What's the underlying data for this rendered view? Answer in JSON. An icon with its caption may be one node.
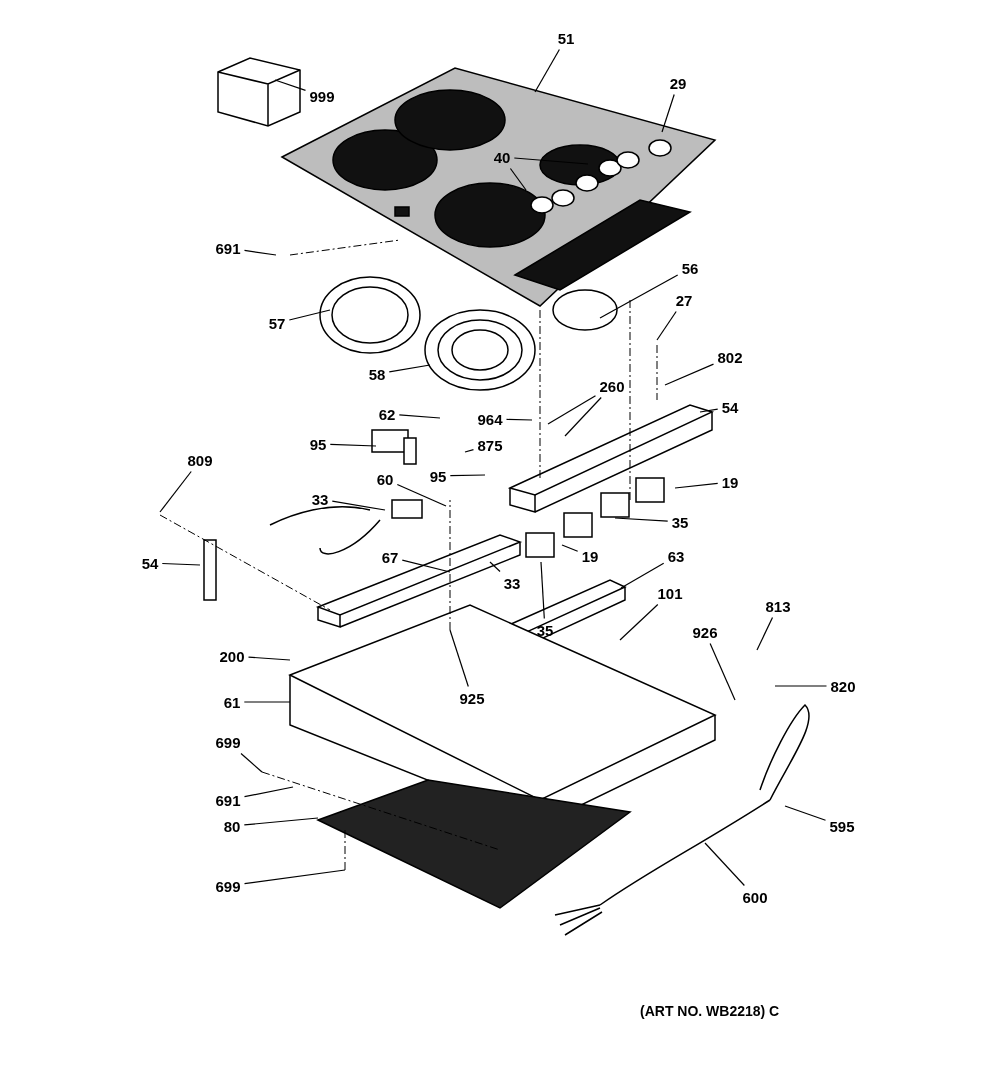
{
  "diagram": {
    "caption": "(ART NO. WB2218) C",
    "nodes": [
      {
        "text": [
          "51"
        ]
      },
      {
        "text": [
          "999"
        ]
      },
      {
        "text": [
          "29"
        ]
      },
      {
        "text": [
          "40"
        ]
      },
      {
        "text": [
          "691"
        ]
      },
      {
        "text": [
          "56"
        ]
      },
      {
        "text": [
          "57"
        ]
      },
      {
        "text": [
          "27"
        ]
      },
      {
        "text": [
          "58"
        ]
      },
      {
        "text": [
          "802"
        ]
      },
      {
        "text": [
          "260"
        ]
      },
      {
        "text": [
          "62"
        ]
      },
      {
        "text": [
          "964"
        ]
      },
      {
        "text": [
          "54"
        ]
      },
      {
        "text": [
          "95"
        ]
      },
      {
        "text": [
          "875"
        ]
      },
      {
        "text": [
          "809"
        ]
      },
      {
        "text": [
          "95"
        ]
      },
      {
        "text": [
          "19"
        ]
      },
      {
        "text": [
          "33"
        ]
      },
      {
        "text": [
          "60"
        ]
      },
      {
        "text": [
          "35"
        ]
      },
      {
        "text": [
          "54"
        ]
      },
      {
        "text": [
          "19"
        ]
      },
      {
        "text": [
          "33"
        ]
      },
      {
        "text": [
          "67"
        ]
      },
      {
        "text": [
          "63"
        ]
      },
      {
        "text": [
          "35"
        ]
      },
      {
        "text": [
          "101"
        ]
      },
      {
        "text": [
          "813"
        ]
      },
      {
        "text": [
          "926"
        ]
      },
      {
        "text": [
          "200"
        ]
      },
      {
        "text": [
          "925"
        ]
      },
      {
        "text": [
          "820"
        ]
      },
      {
        "text": [
          "61"
        ]
      },
      {
        "text": [
          "699"
        ]
      },
      {
        "text": [
          "691"
        ]
      },
      {
        "text": [
          "80"
        ]
      },
      {
        "text": [
          "595"
        ]
      },
      {
        "text": [
          "699"
        ]
      },
      {
        "text": [
          "600"
        ]
      }
    ],
    "edges": [
      {
        "from": 0,
        "to": null,
        "arrow": "none"
      },
      {
        "from": 1,
        "to": null,
        "arrow": "none"
      },
      {
        "from": 2,
        "to": null,
        "arrow": "none"
      },
      {
        "from": 3,
        "to": null,
        "arrow": "none"
      },
      {
        "from": 3,
        "to": null,
        "arrow": "none"
      },
      {
        "from": 4,
        "to": null,
        "arrow": "none"
      },
      {
        "from": 5,
        "to": null,
        "arrow": "none"
      },
      {
        "from": 6,
        "to": null,
        "arrow": "none"
      },
      {
        "from": 7,
        "to": null,
        "arrow": "none"
      },
      {
        "from": 8,
        "to": null,
        "arrow": "none"
      },
      {
        "from": 9,
        "to": null,
        "arrow": "none"
      },
      {
        "from": 10,
        "to": null,
        "arrow": "none"
      },
      {
        "from": 10,
        "to": null,
        "arrow": "none"
      },
      {
        "from": 11,
        "to": null,
        "arrow": "none"
      },
      {
        "from": 12,
        "to": null,
        "arrow": "none"
      },
      {
        "from": 13,
        "to": null,
        "arrow": "none"
      },
      {
        "from": 14,
        "to": null,
        "arrow": "none"
      },
      {
        "from": 15,
        "to": null,
        "arrow": "none"
      },
      {
        "from": 16,
        "to": null,
        "arrow": "none"
      },
      {
        "from": 17,
        "to": null,
        "arrow": "none"
      },
      {
        "from": 18,
        "to": null,
        "arrow": "none"
      },
      {
        "from": 19,
        "to": null,
        "arrow": "none"
      },
      {
        "from": 20,
        "to": null,
        "arrow": "none"
      },
      {
        "from": 21,
        "to": null,
        "arrow": "none"
      },
      {
        "from": 22,
        "to": null,
        "arrow": "none"
      },
      {
        "from": 23,
        "to": null,
        "arrow": "none"
      },
      {
        "from": 24,
        "to": null,
        "arrow": "none"
      },
      {
        "from": 25,
        "to": null,
        "arrow": "none"
      },
      {
        "from": 26,
        "to": null,
        "arrow": "none"
      },
      {
        "from": 27,
        "to": null,
        "arrow": "none"
      },
      {
        "from": 28,
        "to": null,
        "arrow": "none"
      },
      {
        "from": 29,
        "to": null,
        "arrow": "none"
      },
      {
        "from": 30,
        "to": null,
        "arrow": "none"
      },
      {
        "from": 31,
        "to": null,
        "arrow": "none"
      },
      {
        "from": 32,
        "to": null,
        "arrow": "none"
      },
      {
        "from": 33,
        "to": null,
        "arrow": "none"
      },
      {
        "from": 34,
        "to": null,
        "arrow": "none"
      },
      {
        "from": 35,
        "to": null,
        "arrow": "none"
      },
      {
        "from": 36,
        "to": null,
        "arrow": "none"
      },
      {
        "from": 37,
        "to": null,
        "arrow": "none"
      },
      {
        "from": 38,
        "to": null,
        "arrow": "none"
      },
      {
        "from": 39,
        "to": null,
        "arrow": "none"
      },
      {
        "from": 40,
        "to": null,
        "arrow": "none"
      }
    ]
  }
}
